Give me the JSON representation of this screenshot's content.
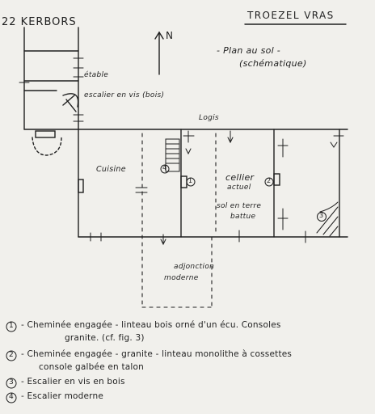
{
  "header": {
    "left_title": "22 KERBORS",
    "right_title": "TROEZEL VRAS",
    "plan_line1": "- Plan au sol -",
    "plan_line2": "(schématique)",
    "north_label": "N"
  },
  "plan_labels": {
    "etable": "étable",
    "escalier_bois": "escalier en vis (bois)",
    "logis": "Logis",
    "cuisine": "Cuisine",
    "cellier_line1": "cellier",
    "cellier_line2": "actuel",
    "sol_line1": "sol en terre",
    "sol_line2": "battue",
    "adjonction_line1": "adjonction",
    "adjonction_line2": "moderne",
    "marker_1": "1",
    "marker_2": "2",
    "marker_3": "3",
    "marker_4": "4"
  },
  "legend": [
    {
      "num": "1",
      "line1": "- Cheminée engagée - linteau bois orné d'un écu. Consoles",
      "line2": "granite. (cf. fig. 3)"
    },
    {
      "num": "2",
      "line1": "- Cheminée engagée - granite - linteau monolithe à cossettes",
      "line2": "console galbée en talon"
    },
    {
      "num": "3",
      "line1": "- Escalier en vis en bois",
      "line2": ""
    },
    {
      "num": "4",
      "line1": "- Escalier moderne",
      "line2": ""
    }
  ],
  "colors": {
    "ink": "#1f1f1f",
    "paper": "#f1f0ec"
  }
}
